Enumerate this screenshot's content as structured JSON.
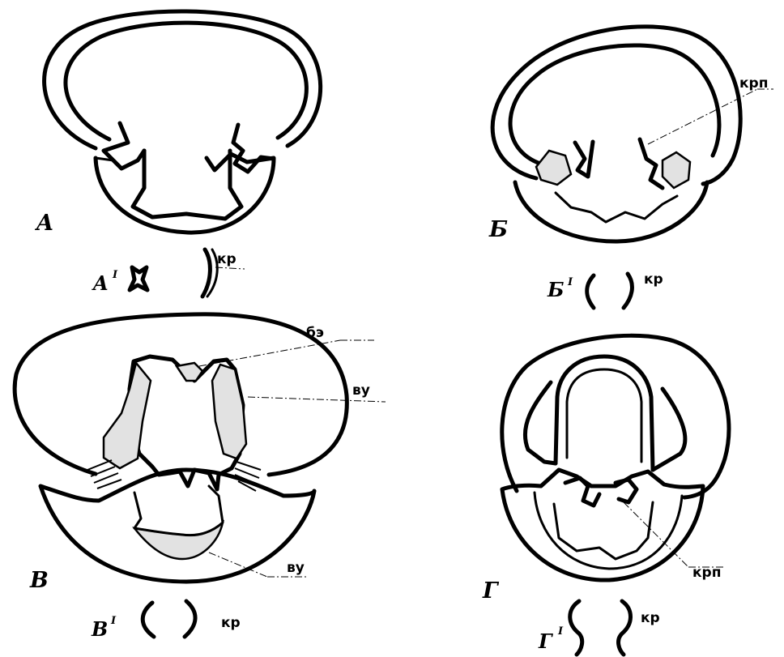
{
  "panels": {
    "a": {
      "letter": "A",
      "sub_letter": "A",
      "sub_mark": "I",
      "cr_label": "кр"
    },
    "b": {
      "letter": "Б",
      "sub_letter": "Б",
      "sub_mark": "I",
      "label_top": "крп",
      "cr_label": "кр"
    },
    "v": {
      "letter": "В",
      "sub_letter": "В",
      "sub_mark": "I",
      "label_be": "бэ",
      "label_vu_top": "ву",
      "label_vu_bottom": "ву",
      "cr_label": "кр"
    },
    "g": {
      "letter": "Г",
      "sub_letter": "Г",
      "sub_mark": "I",
      "label_krp": "крп",
      "cr_label": "кр"
    }
  }
}
